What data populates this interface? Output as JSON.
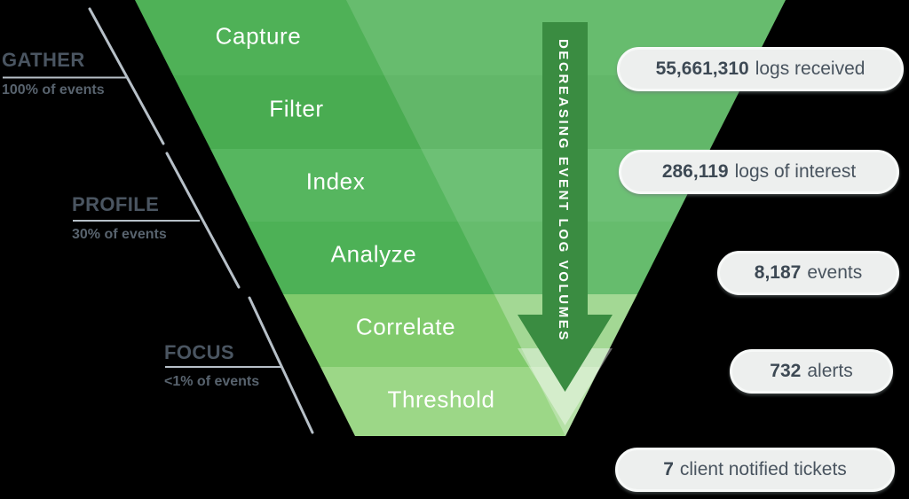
{
  "funnel": {
    "stages": [
      {
        "label": "Capture",
        "color": "#4fb157"
      },
      {
        "label": "Filter",
        "color": "#49ac51"
      },
      {
        "label": "Index",
        "color": "#56b65f"
      },
      {
        "label": "Analyze",
        "color": "#4db156"
      },
      {
        "label": "Correlate",
        "color": "#80ca6c"
      },
      {
        "label": "Threshold",
        "color": "#9cd787"
      }
    ]
  },
  "arrow": {
    "label": "DECREASING EVENT LOG VOLUMES",
    "color": "#3a8c41"
  },
  "phases": [
    {
      "title": "GATHER",
      "subtitle": "100% of events"
    },
    {
      "title": "PROFILE",
      "subtitle": "30% of events"
    },
    {
      "title": "FOCUS",
      "subtitle": "<1% of events"
    }
  ],
  "stats": [
    {
      "value": "55,661,310",
      "label": "logs received"
    },
    {
      "value": "286,119",
      "label": "logs of interest"
    },
    {
      "value": "8,187",
      "label": "events"
    },
    {
      "value": "732",
      "label": "alerts"
    },
    {
      "value": "7",
      "label": "client notified tickets"
    }
  ],
  "colors": {
    "line": "#b7c0c8",
    "highlight": "#ffffff",
    "pill_bg": "#edefee",
    "pill_border": "#f7f9f8",
    "stat_value_text": "#3d4954",
    "stat_label_text": "#49545f",
    "phase_title_text": "#4a5561",
    "phase_sub_text": "#58636e",
    "stage_text": "#ffffff",
    "background": "#000000"
  }
}
